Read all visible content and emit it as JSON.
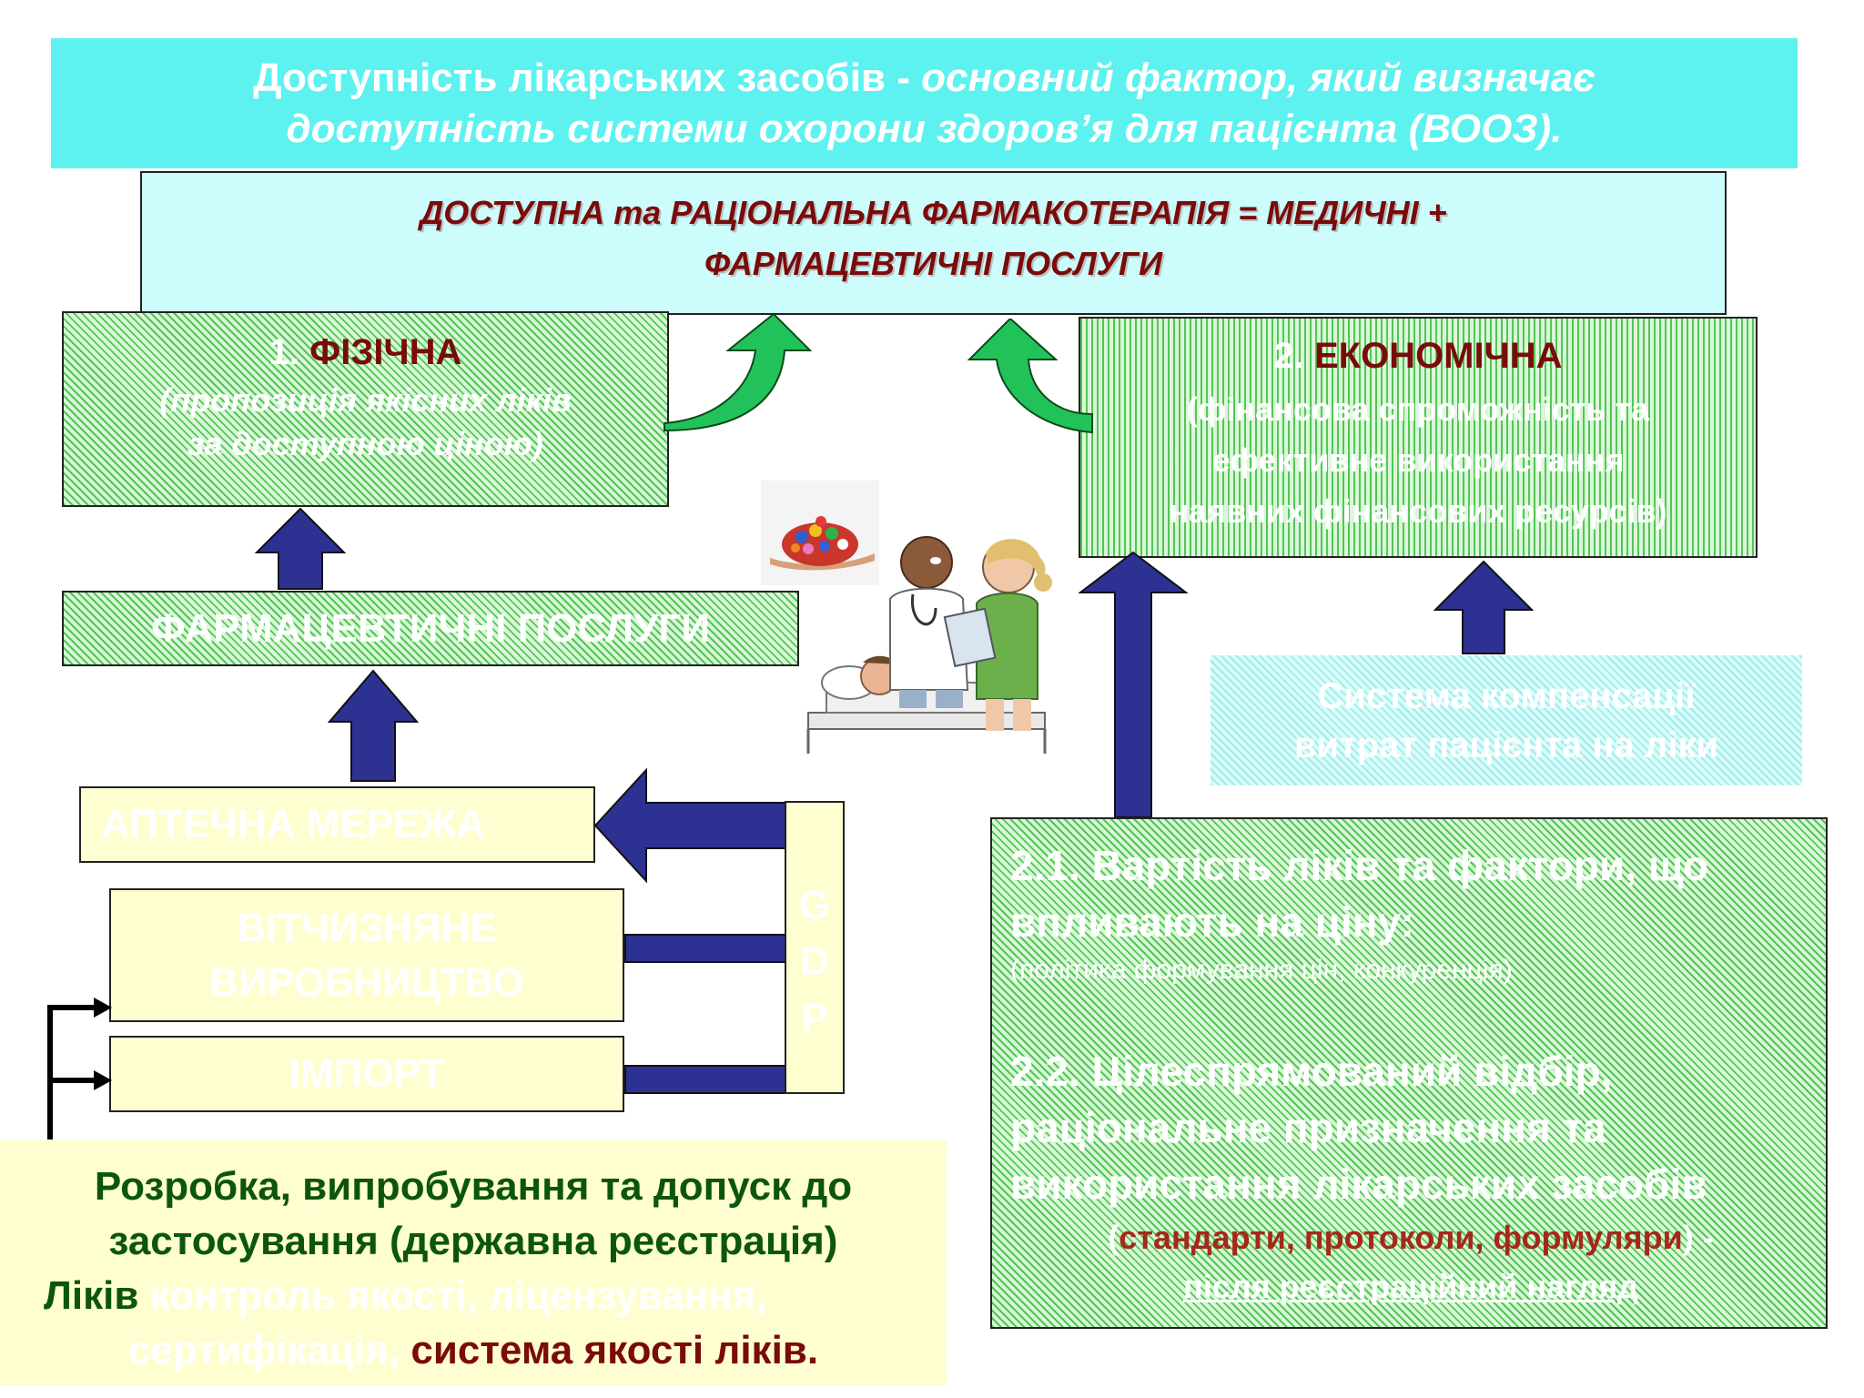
{
  "header": {
    "line1_normal": "Доступність  лікарських засобів - ",
    "line1_italic": "основний фактор, який визначає",
    "line2": "доступність системи охорони здоров’я  для пацієнта (ВООЗ)."
  },
  "formula": {
    "line1": "ДОСТУПНА та РАЦІОНАЛЬНА  ФАРМАКОТЕРАПІЯ =  МЕДИЧНІ +",
    "line2": "ФАРМАЦЕВТИЧНІ ПОСЛУГИ"
  },
  "physical": {
    "number": "1. ",
    "title": "ФІЗІЧНА",
    "line1": "(пропозиція якісних  ліків",
    "line2": "за доступною ціною)"
  },
  "economic": {
    "number": "2. ",
    "title": "ЕКОНОМІЧНА",
    "line1": "(фінансова спроможність та",
    "line2": "ефективне використання",
    "line3": "наявних фінансових ресурсів)"
  },
  "pharm_services": "ФАРМАЦЕВТИЧНІ ПОСЛУГИ",
  "pharmacy_network": "АПТЕЧНА МЕРЕЖА",
  "domestic": {
    "line1": "ВІТЧИЗНЯНЕ",
    "line2": "ВИРОБНИЦТВО"
  },
  "import": "ІМПОРТ",
  "gdp": [
    "G",
    "D",
    "P"
  ],
  "compensation": {
    "line1": "Система компенсації",
    "line2": "витрат пацієнта на ліки"
  },
  "factors": {
    "p1_line1": "2.1. Вартість ліків та фактори, що",
    "p1_line2": "впливають на ціну:",
    "p1_sub": "(політика формування цін, конкуренція)",
    "p2_line1": "2.2. Цілеспрямований відбір,",
    "p2_line2": "раціональне призначення та",
    "p2_line3": "використання лікарських засобів",
    "p2_open": "(",
    "p2_highlight": "стандарти, протоколи, формуляри",
    "p2_close": ") -",
    "p2_last": "після реєстраційний нагляд"
  },
  "regulation": {
    "line1": "Розробка, випробування та допуск до",
    "line2": "застосування (державна реєстрація)",
    "line3_green": "Ліків",
    "line3_white": "  контроль якості, ліцензування,",
    "line4_white": "сертифікація, ",
    "line4_red": "система якості ліків."
  },
  "colors": {
    "title_banner": "#5df2f0",
    "formula_box": "#ccfcfc",
    "arrow_blue": "#2d3192",
    "arrow_green": "#22c25a",
    "dark_red": "#7a0b0b",
    "dark_green": "#0c560c",
    "pale_yellow": "#fefed0"
  },
  "icons": [
    "pills-hand-icon",
    "doctor-nurse-patient-illustration"
  ]
}
